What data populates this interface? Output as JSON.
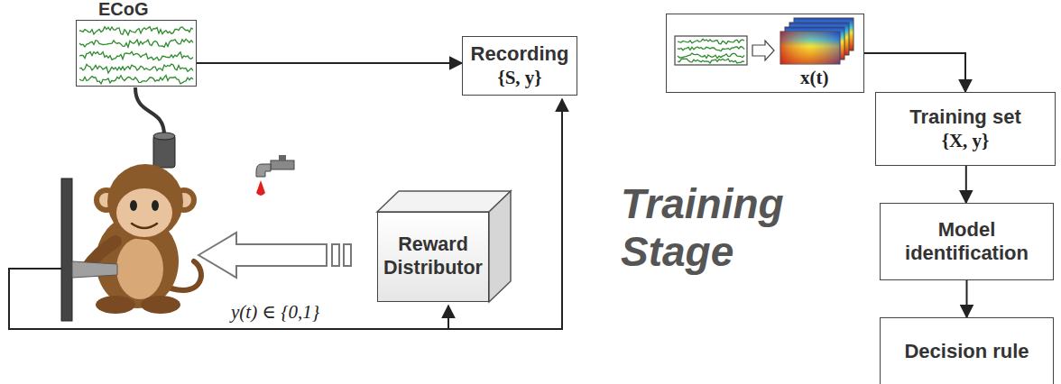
{
  "diagram": {
    "nodes": [
      {
        "text": [
          "ECoG"
        ]
      },
      {
        "text": [
          "Recording",
          "{S, y}"
        ]
      },
      {
        "text": [
          "Reward Distributor"
        ]
      },
      {
        "text": [
          "x(t)"
        ]
      },
      {
        "text": [
          "Training set",
          "{X, y}"
        ]
      },
      {
        "text": [
          "Model identification"
        ]
      },
      {
        "text": [
          "Decision rule"
        ]
      }
    ],
    "edges": [
      {
        "from": 0,
        "to": 1,
        "arrow": "to"
      },
      {
        "from": 3,
        "to": 4,
        "arrow": "to"
      },
      {
        "from": 4,
        "to": 5,
        "arrow": "to"
      },
      {
        "from": 5,
        "to": 6,
        "arrow": "to"
      }
    ],
    "labels": [
      "Training Stage",
      "y(t) ∈ {0,1}"
    ]
  }
}
